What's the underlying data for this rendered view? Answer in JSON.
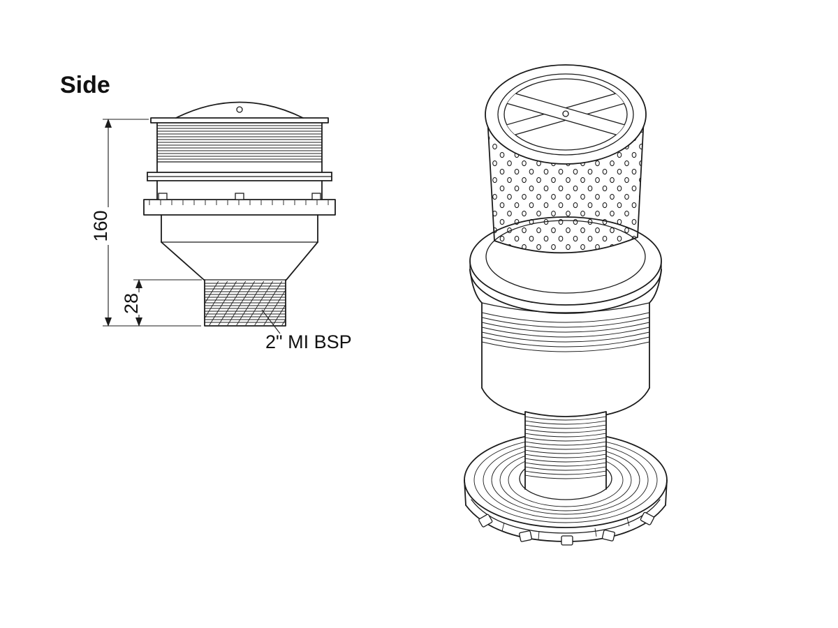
{
  "diagram": {
    "view_label": "Side",
    "dims": {
      "height": "160",
      "tail": "28"
    },
    "thread_label": "2\" MI BSP"
  }
}
